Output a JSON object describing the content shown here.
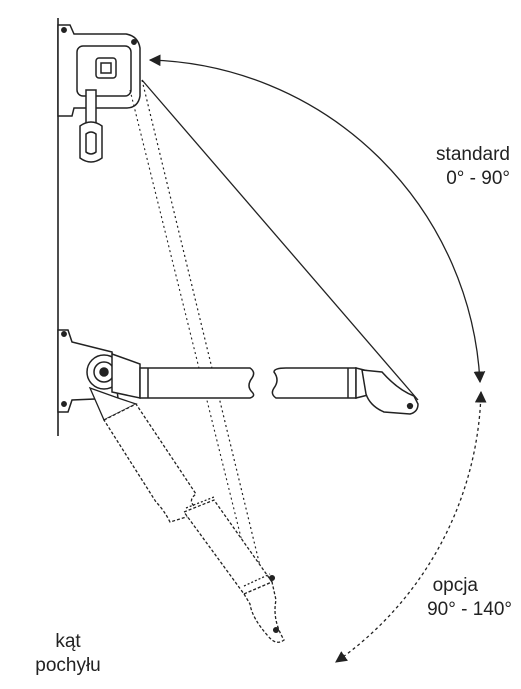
{
  "labels": {
    "standard_title": "standard",
    "standard_range": "0° - 90°",
    "option_title": "opcja",
    "option_range": "90° - 140°",
    "tilt_line1": "kąt",
    "tilt_line2": "pochyłu"
  },
  "colors": {
    "stroke": "#222222",
    "fill": "#ffffff",
    "text": "#222222"
  }
}
